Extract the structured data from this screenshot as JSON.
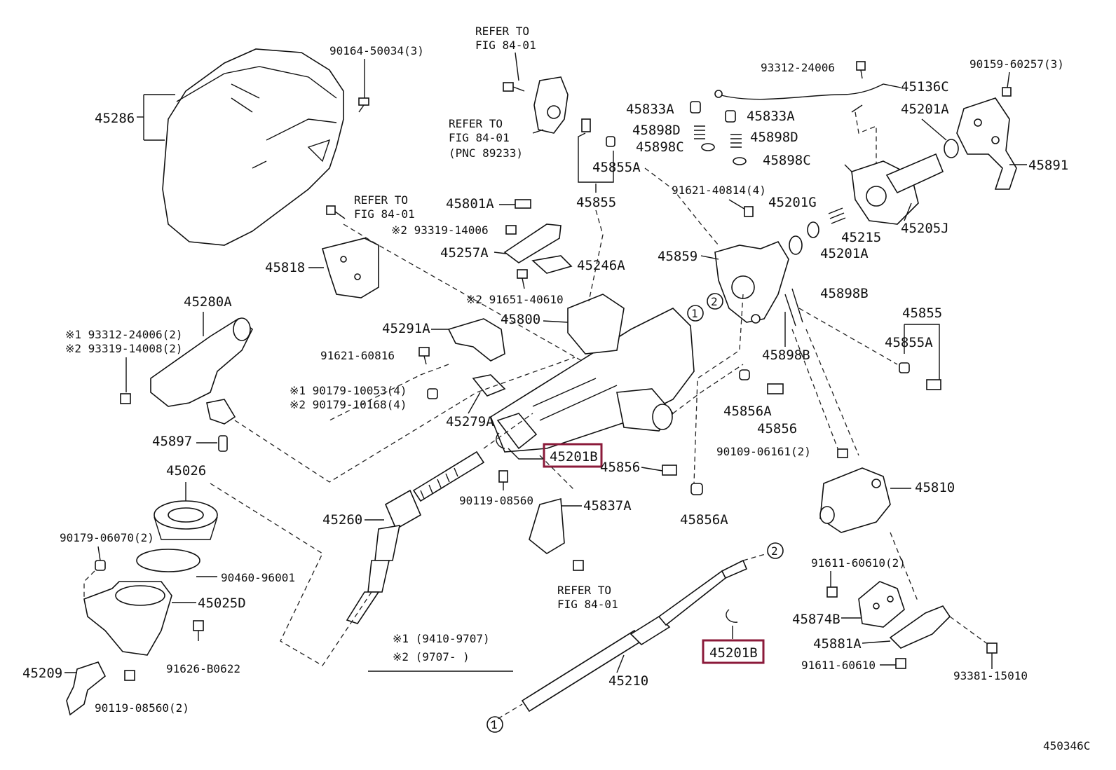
{
  "diagram_id": "450346C",
  "highlight_color": "#8b1a3a",
  "labels": {
    "p90164": "90164-50034(3)",
    "p45286": "45286",
    "ref1a": "REFER TO",
    "ref1b": "FIG 84-01",
    "ref2a": "REFER TO",
    "ref2b": "FIG 84-01",
    "ref2c": "(PNC 89233)",
    "ref3a": "REFER TO",
    "ref3b": "FIG 84-01",
    "ref4a": "REFER TO",
    "ref4b": "FIG 84-01",
    "p93312a": "93312-24006",
    "p45136C": "45136C",
    "p90159": "90159-60257(3)",
    "p45833A_1": "45833A",
    "p45833A_2": "45833A",
    "p45898D_1": "45898D",
    "p45898D_2": "45898D",
    "p45898C_1": "45898C",
    "p45898C_2": "45898C",
    "p45855A_1": "45855A",
    "p45855_1": "45855",
    "p45201A_1": "45201A",
    "p45891": "45891",
    "p91621_40814": "91621-40814(4)",
    "p45201G": "45201G",
    "p45215": "45215",
    "p45205J": "45205J",
    "p45201A_2": "45201A",
    "p45801A": "45801A",
    "p93319_14006": "※2 93319-14006",
    "p45257A": "45257A",
    "p45246A": "45246A",
    "p45818": "45818",
    "p45859": "45859",
    "p91651": "※2 91651-40610",
    "p45898B_1": "45898B",
    "p45898B_2": "45898B",
    "p45280A": "45280A",
    "p93312b": "※1 93312-24006(2)",
    "p93319_14008": "※2 93319-14008(2)",
    "p45291A": "45291A",
    "p45800": "45800",
    "p45855_2": "45855",
    "p45855A_2": "45855A",
    "p91621_60816": "91621-60816",
    "p90179_10053": "※1 90179-10053(4)",
    "p90179_10168": "※2 90179-10168(4)",
    "p45279A": "45279A",
    "p45856A_1": "45856A",
    "p45856_1": "45856",
    "p45897": "45897",
    "p45201B_1": "45201B",
    "p45856_2": "45856",
    "p90109": "90109-06161(2)",
    "p45026": "45026",
    "p90119_08560": "90119-08560",
    "p45837A": "45837A",
    "p45856A_2": "45856A",
    "p45810": "45810",
    "p45260": "45260",
    "p90179_06070": "90179-06070(2)",
    "p90460": "90460-96001",
    "p91611_60610a": "91611-60610(2)",
    "p45025D": "45025D",
    "p45874B": "45874B",
    "p45201B_2": "45201B",
    "p45881A": "45881A",
    "p91626": "91626-B0622",
    "p91611_60610b": "91611-60610",
    "p45209": "45209",
    "p45210": "45210",
    "p93381": "93381-15010",
    "p90119_08560b": "90119-08560(2)",
    "note1": "※1 (9410-9707)",
    "note2": "※2 (9707-     )",
    "circle1a": "1",
    "circle2a": "2",
    "circle1b": "1",
    "circle2b": "2"
  }
}
